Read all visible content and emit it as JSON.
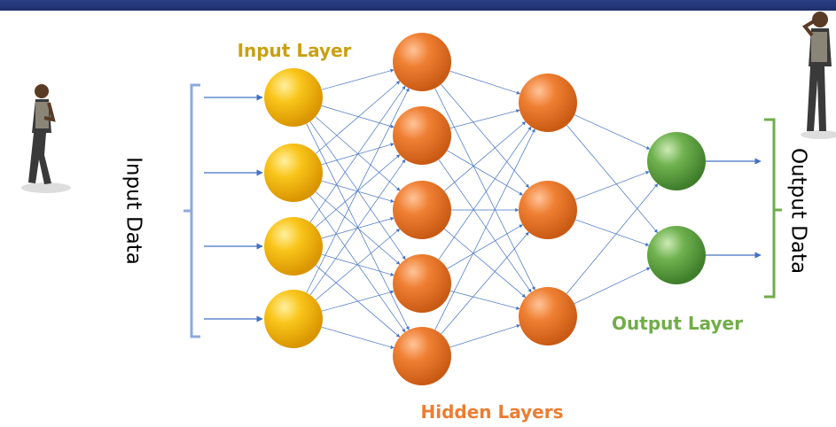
{
  "labels": {
    "input_layer": "Input Layer",
    "hidden_layers": "Hidden Layers",
    "output_layer": "Output Layer",
    "input_data": "Input Data",
    "output_data": "Output Data"
  },
  "layers": [
    {
      "role": "input",
      "nodes": 4,
      "color": "#f5b800"
    },
    {
      "role": "hidden",
      "nodes": 5,
      "color": "#ee7d2f"
    },
    {
      "role": "hidden",
      "nodes": 3,
      "color": "#ee7d2f"
    },
    {
      "role": "output",
      "nodes": 2,
      "color": "#6ab04c"
    }
  ],
  "colors": {
    "header_bar": "#24357a",
    "edge": "#4472c4",
    "input_label": "#c9a012",
    "hidden_label": "#ed7d31",
    "output_label": "#70ad47",
    "input_bracket": "#8eaadb",
    "output_bracket": "#70ad47"
  }
}
